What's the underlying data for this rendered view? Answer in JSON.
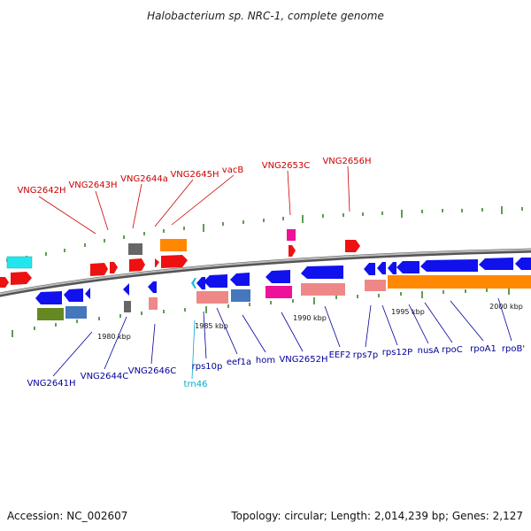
{
  "title": "Halobacterium sp. NRC-1, complete genome",
  "footer": {
    "accession": "Accession: NC_002607",
    "topology": "Topology: circular; Length: 2,014,239 bp; Genes: 2,127"
  },
  "colors": {
    "top_label": "#cc0000",
    "bottom_label": "#000099",
    "trna_label": "#00aacc",
    "backbone": "#888888",
    "tick_dash": "#2a7a1a"
  },
  "scale_ticks": [
    "1980 kbp",
    "1985 kbp",
    "1990 kbp",
    "1995 kbp",
    "2000 kbp"
  ],
  "top_labels": [
    "VNG2642H",
    "VNG2643H",
    "VNG2644a",
    "VNG2645H",
    "vacB",
    "VNG2653C",
    "VNG2656H"
  ],
  "bottom_labels": [
    "VNG2641H",
    "VNG2644C",
    "VNG2646C",
    "rps10p",
    "trn46",
    "eef1a",
    "hom",
    "VNG2652H",
    "EEF2",
    "rps7p",
    "rps12P",
    "nusA",
    "rpoC",
    "rpoA1",
    "rpoB'"
  ]
}
